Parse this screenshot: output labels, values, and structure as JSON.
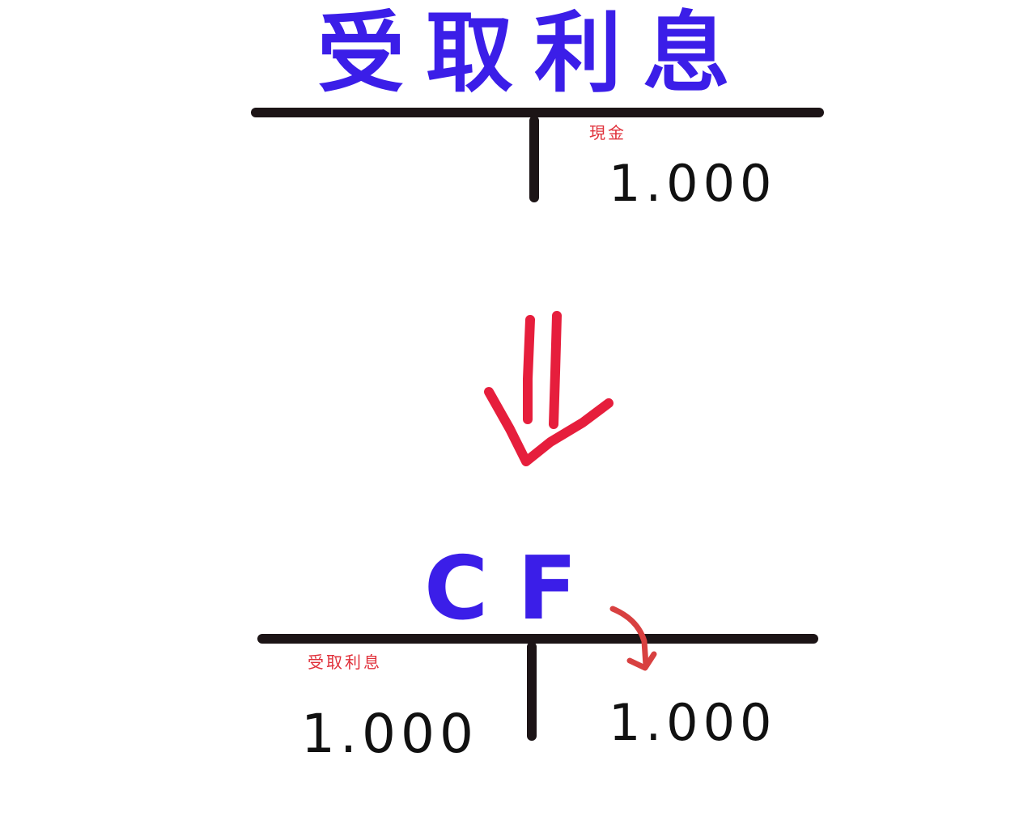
{
  "colors": {
    "heading": "#3b1ee8",
    "line": "#1c1416",
    "annotation": "#e0303a",
    "arrow": "#e61e3c",
    "small_arrow": "#d84040",
    "number": "#111111"
  },
  "top_account": {
    "title": "受取利息",
    "credit_label": "現金",
    "credit_amount": "1.000"
  },
  "bottom_account": {
    "title": "CF",
    "debit_label": "受取利息",
    "debit_amount": "1.000",
    "credit_amount": "1.000"
  },
  "icons": {
    "transition": "double-down-arrow-icon",
    "transfer": "curved-down-arrow-icon"
  }
}
